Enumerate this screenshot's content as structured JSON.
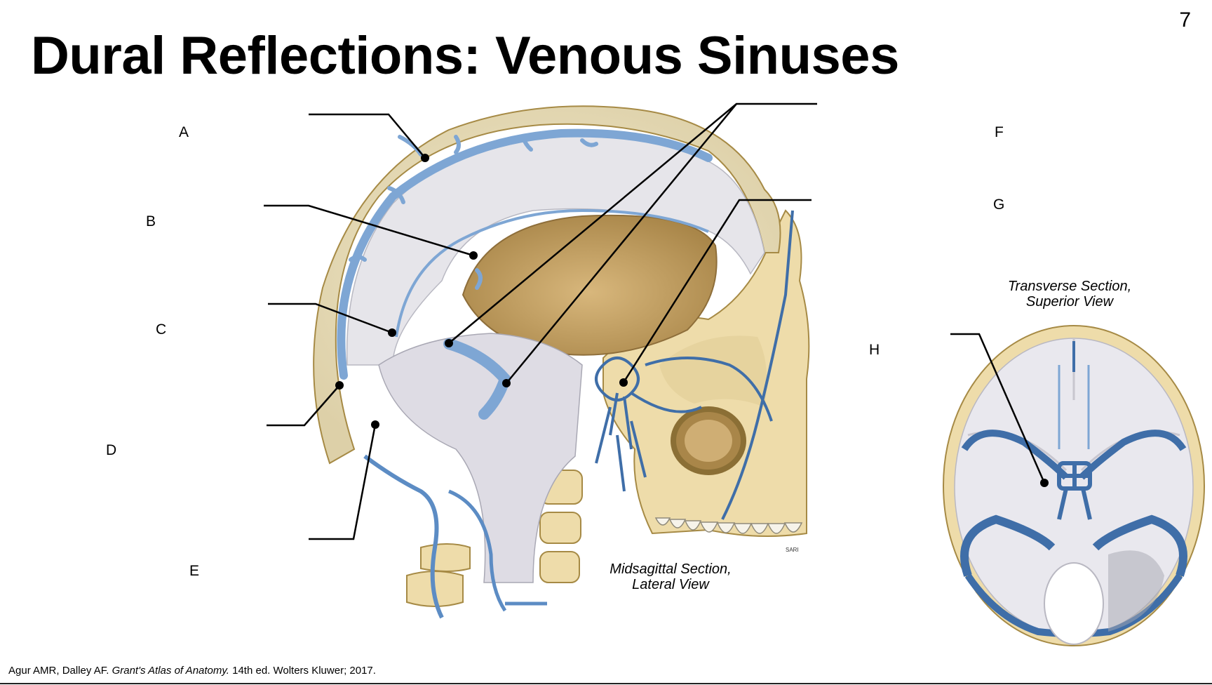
{
  "slide": {
    "number": "7",
    "title": "Dural Reflections: Venous Sinuses"
  },
  "labels": {
    "A": "A",
    "B": "B",
    "C": "C",
    "D": "D",
    "E": "E",
    "F": "F",
    "G": "G",
    "H": "H"
  },
  "captions": {
    "midsagittal_line1": "Midsagittal Section,",
    "midsagittal_line2": "Lateral View",
    "transverse_line1": "Transverse Section,",
    "transverse_line2": "Superior View",
    "artist_signature": "SARI"
  },
  "citation": {
    "authors": "Agur AMR, Dalley AF.",
    "book": "Grant's Atlas of Anatomy.",
    "details": "14th ed. Wolters Kluwer; 2017."
  },
  "colors": {
    "bone": "#eedcaa",
    "bone_outline": "#a68a45",
    "dura": "#e4e4ea",
    "vein": "#7ea6d4",
    "vein_dark": "#3f6ea8",
    "brain_cavity": "#c8a36a",
    "leader_line": "#000000"
  }
}
